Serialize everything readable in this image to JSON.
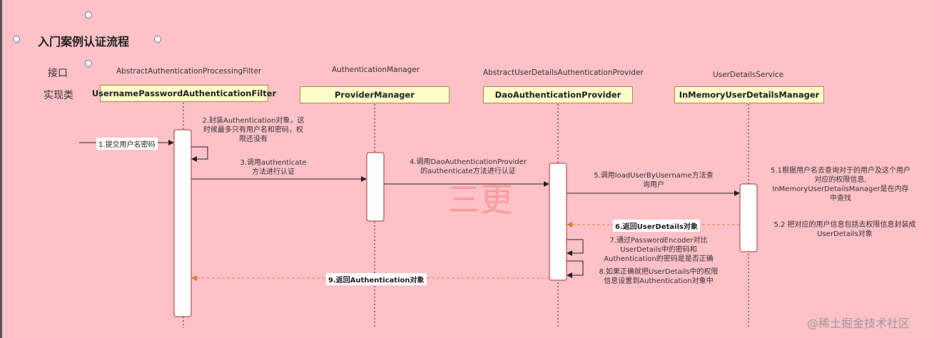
{
  "title": "入门案例认证流程",
  "row_labels": {
    "interface": "接口",
    "impl": "实现类"
  },
  "participants": [
    {
      "interface": "AbstractAuthenticationProcessingFilter",
      "impl": "UsernamePasswordAuthenticationFilter"
    },
    {
      "interface": "AuthenticationManager",
      "impl": "ProviderManager"
    },
    {
      "interface": "AbstractUserDetailsAuthenticationProvider",
      "impl": "DaoAuthenticationProvider"
    },
    {
      "interface": "UserDetailsService",
      "impl": "InMemoryUserDetailsManager"
    }
  ],
  "messages": {
    "m1": "1.提交用户名密码",
    "m2": [
      "2.封装Authentication对象，这",
      "时候最多只有用户名和密码，权",
      "限还没有"
    ],
    "m3": [
      "3.调用authenticate",
      "方法进行认证"
    ],
    "m4": [
      "4.调用DaoAuthenticationProvider",
      "的authenticate方法进行认证"
    ],
    "m5": [
      "5.调用loadUserByUsername方法查",
      "询用户"
    ],
    "m51": [
      "5.1根据用户名去查询对于的用户及这个用户",
      "对应的权限信息,",
      "InMemoryUserDetailsManager是在内存",
      "中查找"
    ],
    "m52": [
      "5.2 把对应的用户信息包括去权限信息封装成",
      "UserDetails对象"
    ],
    "m6": "6.返回UserDetails对象",
    "m7": [
      "7.通过PasswordEncoder对比",
      "UserDetails中的密码和",
      "Authentication的密码是是否正确"
    ],
    "m8": [
      "8.如果正确就把UserDetails中的权限",
      "信息设置到Authentication对象中"
    ],
    "m9": "9.返回Authentication对象"
  },
  "overlay_logo": "三更",
  "watermark": "@稀土掘金技术社区",
  "colors": {
    "background": "#ffc1c8",
    "class_box": "#fffdc9",
    "return_arrow": "#e07a2a"
  }
}
